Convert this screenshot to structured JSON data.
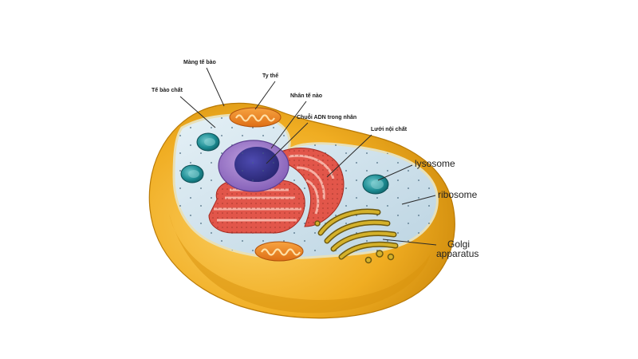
{
  "labels": {
    "cytoplasm": "Tế bào chất",
    "cell_membrane": "Màng tế bào",
    "mitochondria": "Ty thể",
    "nucleus": "Nhân tế nào",
    "dna": "Chuỗi ADN trong nhân",
    "er": "Lưới nội chất",
    "lysosome": "lysosome",
    "ribosome": "ribosome",
    "golgi_line1": "Golgi",
    "golgi_line2": "apparatus"
  },
  "colors": {
    "cell_wall_outer": "#e3a017",
    "cell_wall_inner": "#f5b82e",
    "cytoplasm": "#cfe3ee",
    "nucleus": "#9a73c7",
    "nucleolus": "#3b3a93",
    "er": "#e2564a",
    "golgi": "#c9a41f",
    "mitochondria": "#f08a2a",
    "lysosome": "#1f8f96"
  }
}
